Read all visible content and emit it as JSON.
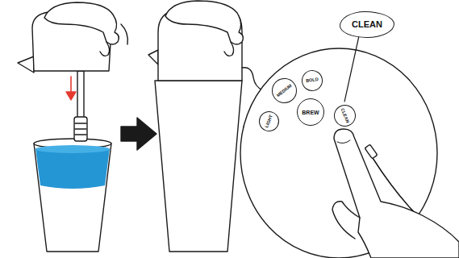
{
  "diagram": {
    "nodes": [
      {
        "text": [
          "CLEAN"
        ]
      },
      {
        "text": [
          "LIGHT"
        ]
      },
      {
        "text": [
          "MEDIUM"
        ]
      },
      {
        "text": [
          "BOLD"
        ]
      },
      {
        "text": [
          "BREW"
        ]
      },
      {
        "text": [
          "CLEAN"
        ]
      }
    ],
    "edges": [
      {
        "from": 0,
        "to": 5,
        "arrow": "none"
      }
    ]
  }
}
